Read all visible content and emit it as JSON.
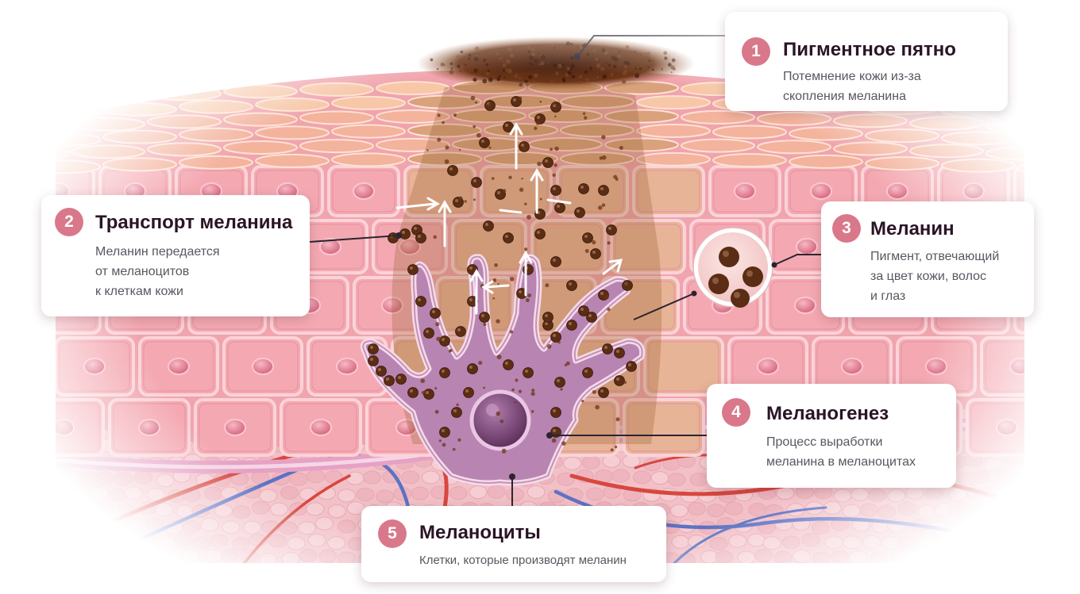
{
  "callouts": [
    {
      "number": "1",
      "title": "Пигментное пятно",
      "lines": [
        "Потемнение кожи из-за",
        "скопления меланина"
      ]
    },
    {
      "number": "2",
      "title": "Транспорт меланина",
      "lines": [
        "Меланин передается",
        "от меланоцитов",
        "к клеткам кожи"
      ]
    },
    {
      "number": "3",
      "title": "Меланин",
      "lines": [
        "Пигмент, отвечающий",
        "за цвет кожи, волос",
        "и глаз"
      ]
    },
    {
      "number": "4",
      "title": "Меланогенез",
      "lines": [
        "Процесс выработки",
        "меланина в меланоцитах"
      ]
    },
    {
      "number": "5",
      "title": "Меланоциты",
      "lines": [
        "Клетки, которые производят меланин"
      ]
    }
  ],
  "colors": {
    "badge": "#d9788a",
    "title": "#2a1426",
    "text": "#5b5560",
    "leader_line": "#2a2430",
    "melanin": "#5a2d14",
    "melanocyte": "#b884b2",
    "keratinocyte": "#f4a9b2",
    "dermis": "#f2c1c8",
    "artery": "#d8473f",
    "vein": "#5c72c4"
  }
}
